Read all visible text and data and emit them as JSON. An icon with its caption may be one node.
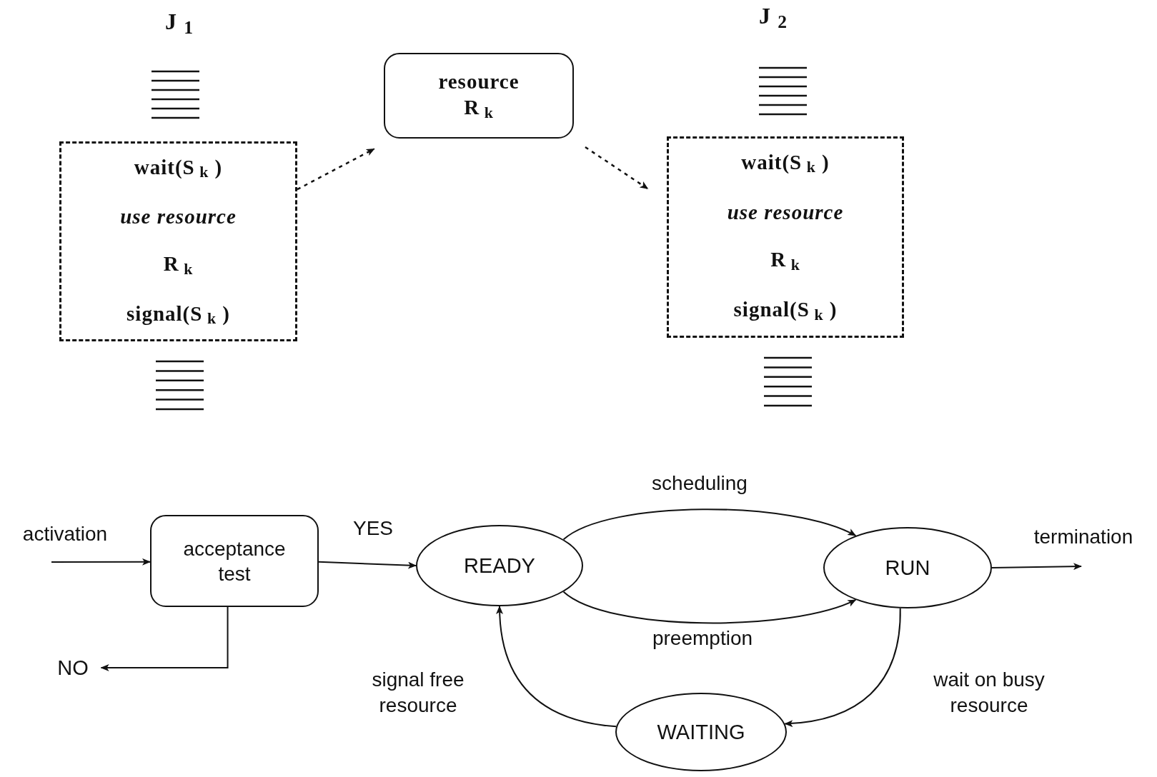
{
  "diagram": {
    "nodes": [
      {
        "text": [
          "wait(S$_{k}$ )",
          "use resource",
          "R$_{k}$",
          "signal(S$_{k}$ )"
        ]
      },
      {
        "text": [
          "resource",
          "R$_{k}$"
        ]
      },
      {
        "text": [
          "wait(S$_{k}$ )",
          "use resource",
          "R$_{k}$",
          "signal(S$_{k}$ )"
        ]
      },
      {
        "text": [
          "acceptance test"
        ]
      },
      {
        "text": [
          "READY"
        ]
      },
      {
        "text": [
          "RUN"
        ]
      },
      {
        "text": [
          "WAITING"
        ]
      },
      {
        "text": [
          "NO"
        ]
      }
    ],
    "edges": [
      {
        "from": 0,
        "to": 1,
        "arrow": "to",
        "style": "dashed"
      },
      {
        "from": 1,
        "to": 2,
        "arrow": "to",
        "style": "dashed"
      },
      {
        "from": null,
        "to": 3,
        "arrow": "to",
        "label": "activation"
      },
      {
        "from": 3,
        "to": 4,
        "arrow": "to",
        "label": "YES"
      },
      {
        "from": 3,
        "to": 7,
        "arrow": "to"
      },
      {
        "from": 4,
        "to": 5,
        "arrow": "to",
        "label": "scheduling"
      },
      {
        "from": 4,
        "to": 5,
        "arrow": "to",
        "label": "preemption"
      },
      {
        "from": 5,
        "to": null,
        "arrow": "to",
        "label": "termination"
      },
      {
        "from": 5,
        "to": 6,
        "arrow": "to",
        "label": "wait on busy resource"
      },
      {
        "from": 6,
        "to": 4,
        "arrow": "to",
        "label": "signal free resource"
      }
    ],
    "labels": [
      "J$_{1}$",
      "J$_{2}$"
    ]
  }
}
